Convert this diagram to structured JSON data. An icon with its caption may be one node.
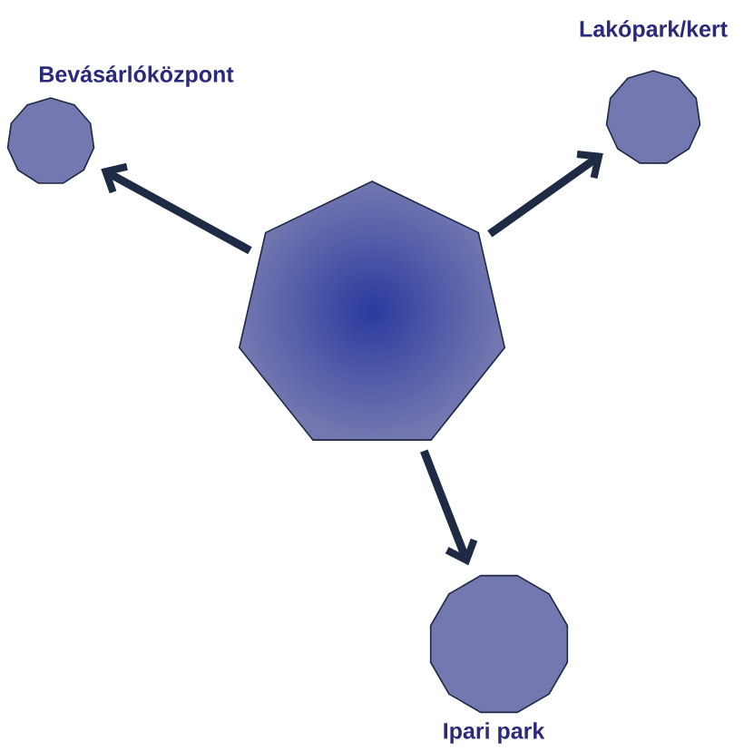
{
  "diagram": {
    "nodes": [
      {
        "text": [],
        "shape": "polygon"
      },
      {
        "text": [
          "Bevásárlóközpont"
        ]
      },
      {
        "text": [
          "Lakópark/kert"
        ]
      },
      {
        "text": [
          "Ipari park"
        ]
      }
    ],
    "edges": [
      {
        "from": 0,
        "to": 1,
        "arrow": "to"
      },
      {
        "from": 0,
        "to": 2,
        "arrow": "to"
      },
      {
        "from": 0,
        "to": 3,
        "arrow": "to"
      }
    ]
  }
}
